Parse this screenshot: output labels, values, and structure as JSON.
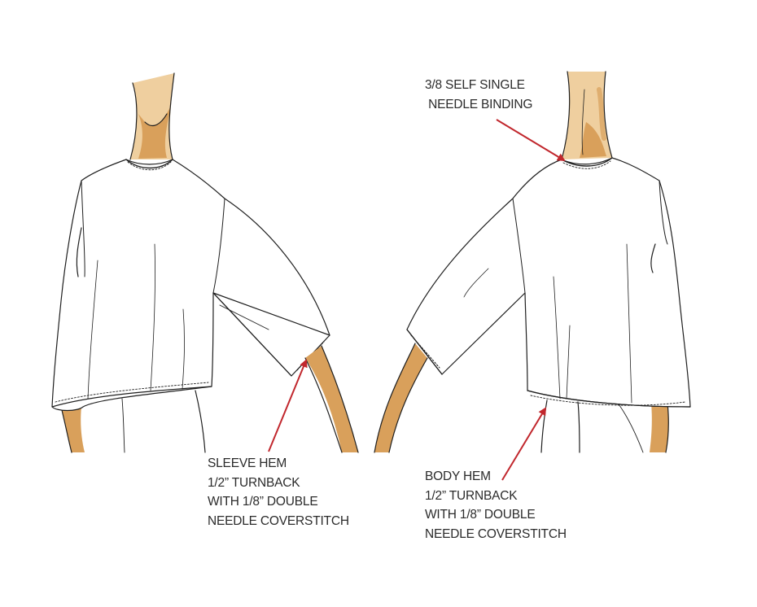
{
  "colors": {
    "line": "#1f1f1f",
    "skin": "#d9a05b",
    "skin_light": "#efcf9f",
    "arrow": "#c1272d",
    "background": "#ffffff"
  },
  "annotations": {
    "neck_binding": {
      "lines": [
        "3/8 SELF SINGLE",
        " NEEDLE BINDING"
      ]
    },
    "sleeve_hem": {
      "lines": [
        "SLEEVE HEM",
        "1/2” TURNBACK",
        "WITH 1/8” DOUBLE",
        "NEEDLE COVERSTITCH"
      ]
    },
    "body_hem": {
      "lines": [
        "BODY HEM",
        "1/2” TURNBACK",
        "WITH 1/8” DOUBLE",
        "NEEDLE COVERSTITCH"
      ]
    }
  },
  "views": [
    "front",
    "back"
  ]
}
